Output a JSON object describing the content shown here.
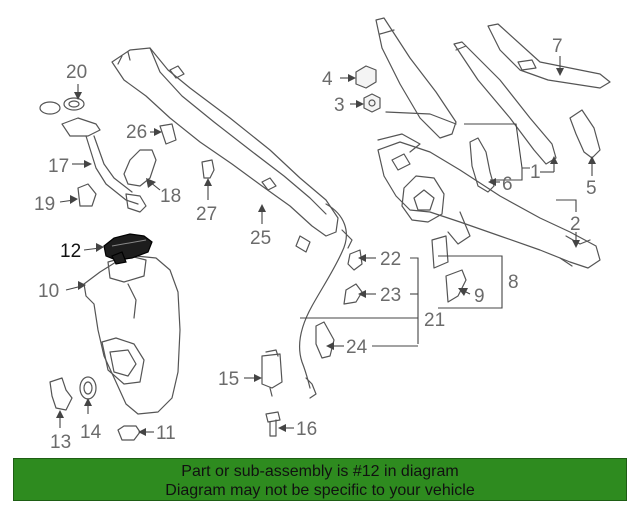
{
  "callouts": {
    "c1": "1",
    "c2": "2",
    "c3": "3",
    "c4": "4",
    "c5": "5",
    "c6": "6",
    "c7": "7",
    "c8": "8",
    "c9": "9",
    "c10": "10",
    "c11": "11",
    "c12": "12",
    "c13": "13",
    "c14": "14",
    "c15": "15",
    "c16": "16",
    "c17": "17",
    "c18": "18",
    "c19": "19",
    "c20": "20",
    "c21": "21",
    "c22": "22",
    "c23": "23",
    "c24": "24",
    "c25": "25",
    "c26": "26",
    "c27": "27"
  },
  "highlighted_part": "12",
  "colors": {
    "banner": "#2e8b1f",
    "line_art": "#555555",
    "highlight": "#1d1d1d"
  },
  "banner": {
    "line1": "Part or sub-assembly is #12 in diagram",
    "line2": "Diagram may not be specific to your vehicle"
  }
}
